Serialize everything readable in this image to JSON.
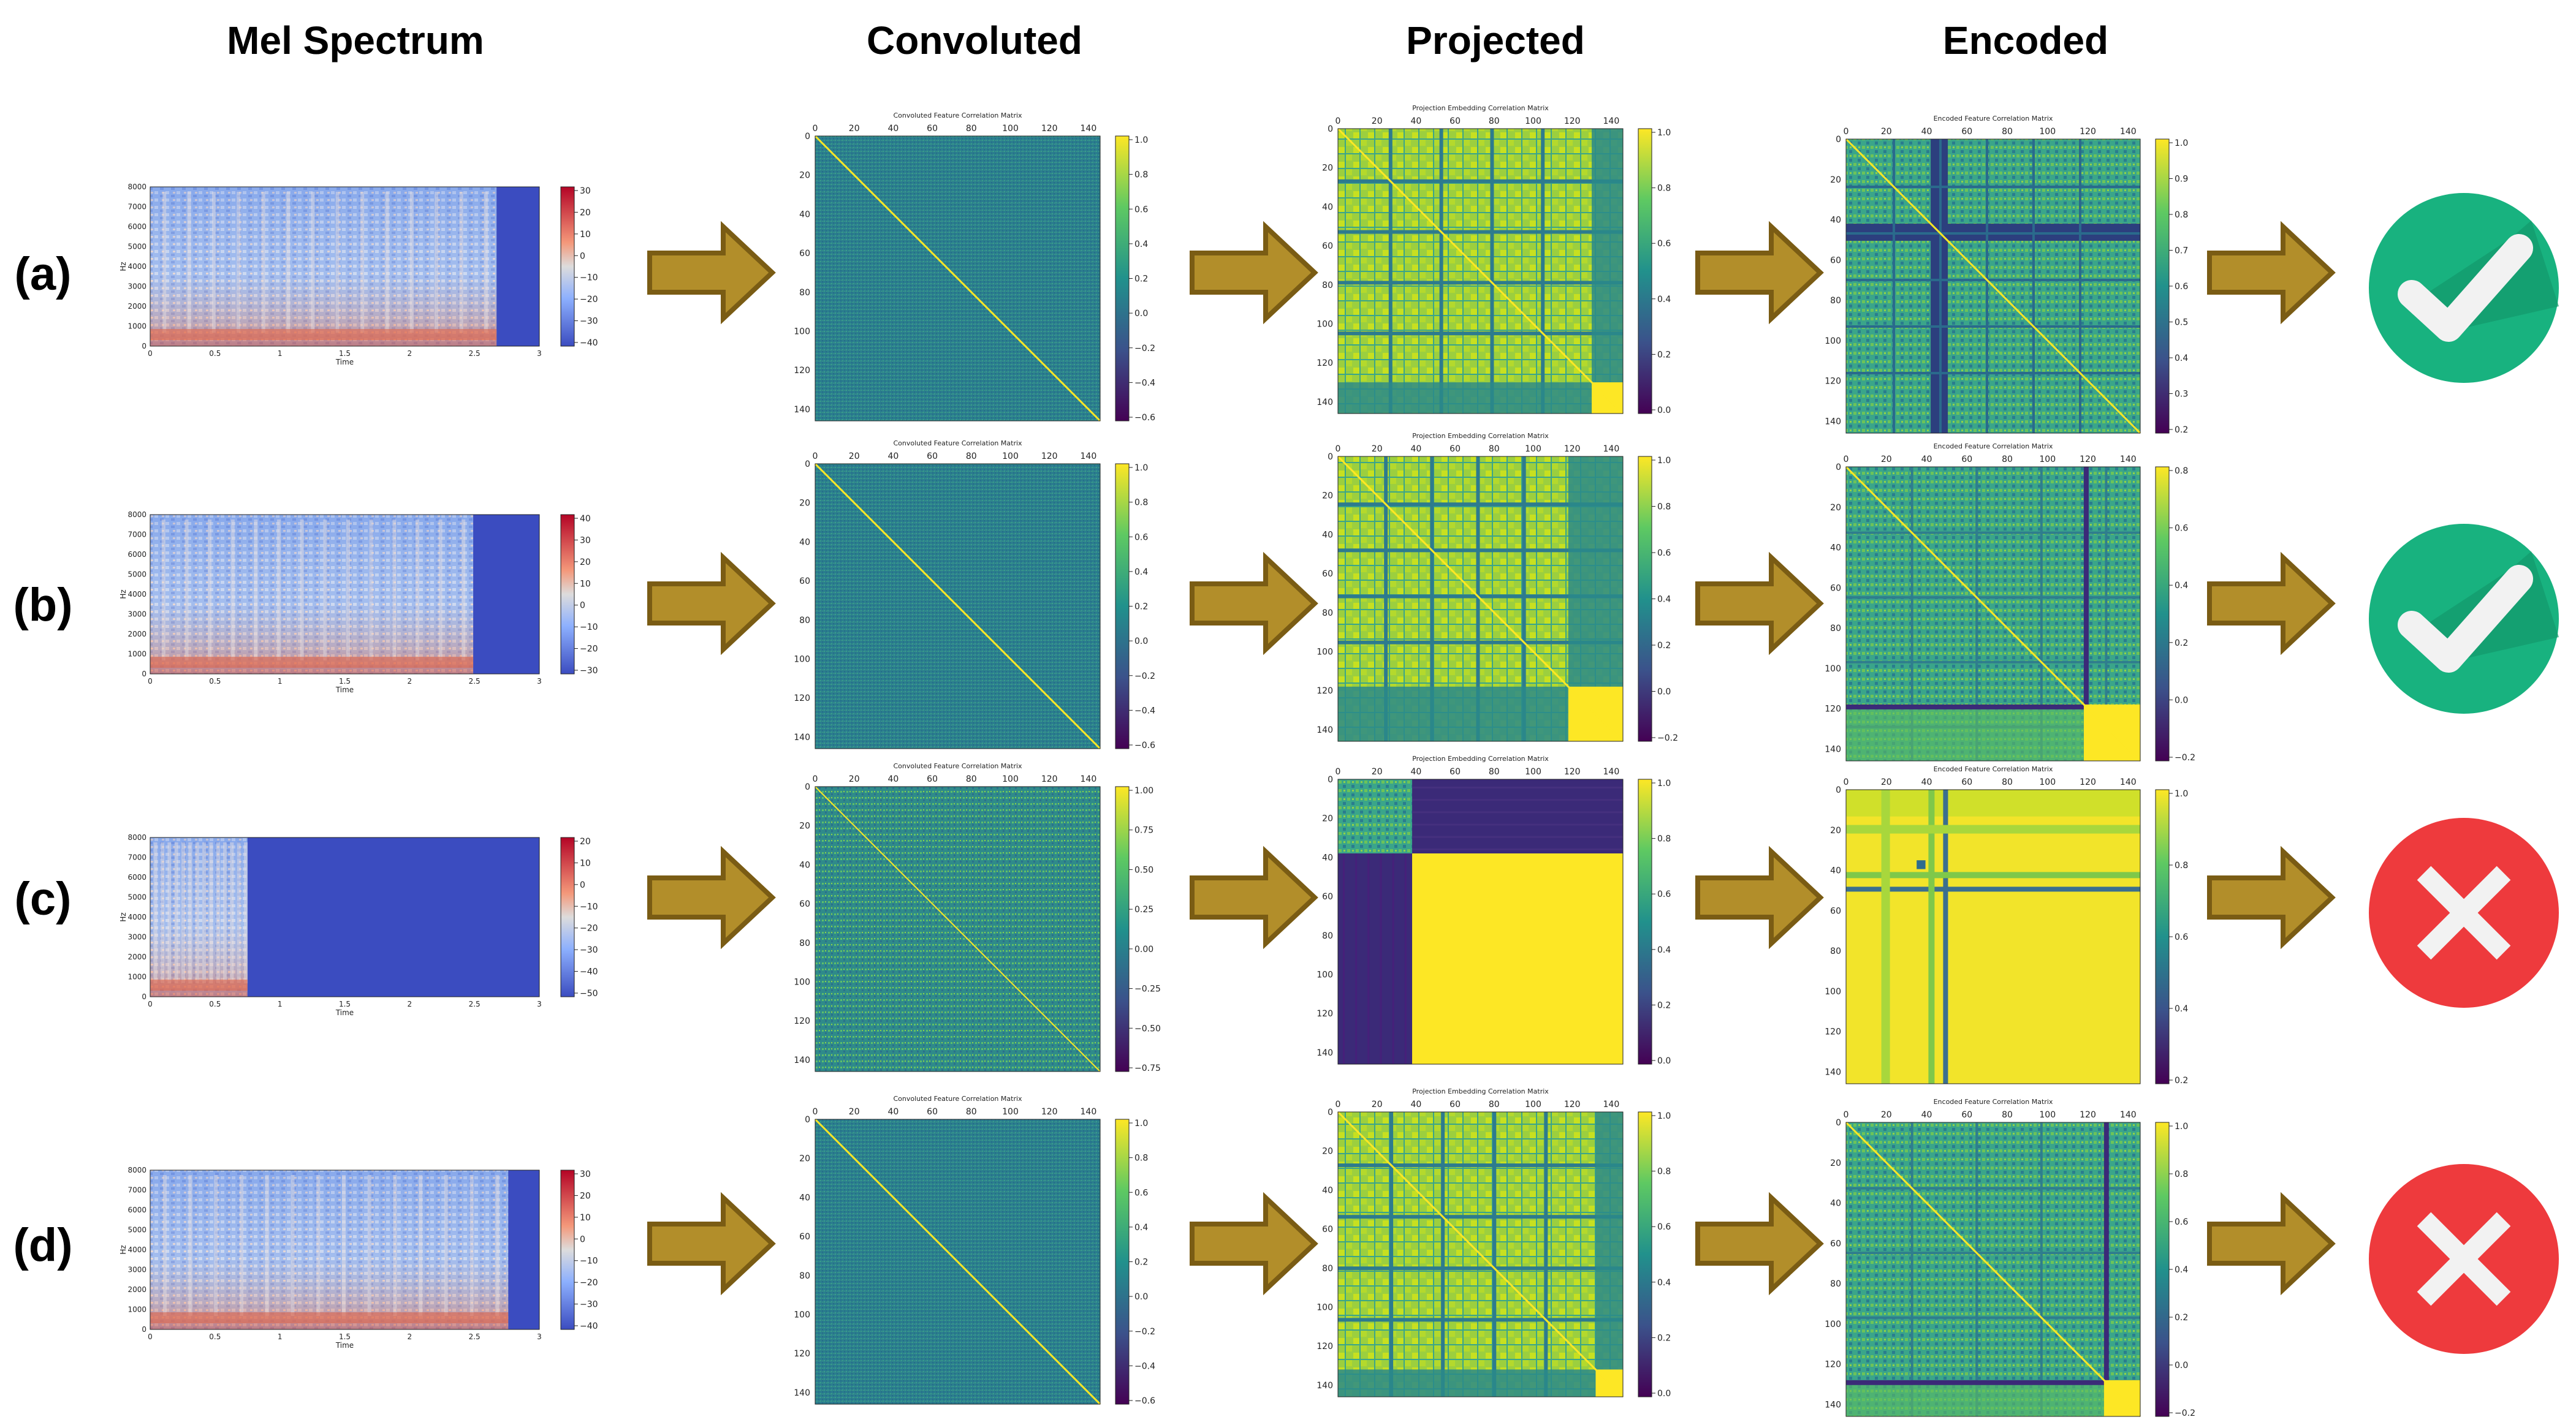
{
  "columns": [
    "Mel Spectrum",
    "Convoluted",
    "Projected",
    "Encoded"
  ],
  "rows": [
    {
      "label": "(a)",
      "result": "check",
      "mel": {
        "end_frac": 0.89,
        "cbar_ticks": [
          "30",
          "20",
          "10",
          "0",
          "−10",
          "−20",
          "−30",
          "−40"
        ]
      },
      "proj": {
        "pattern": "blocks",
        "split": 130,
        "cbar_ticks": [
          "1.0",
          "0.8",
          "0.6",
          "0.4",
          "0.2",
          "0.0"
        ]
      },
      "enc": {
        "pattern": "band",
        "split": 40,
        "cbar_ticks": [
          "1.0",
          "0.9",
          "0.8",
          "0.7",
          "0.6",
          "0.5",
          "0.4",
          "0.3",
          "0.2"
        ]
      }
    },
    {
      "label": "(b)",
      "result": "check",
      "mel": {
        "end_frac": 0.83,
        "cbar_ticks": [
          "40",
          "30",
          "20",
          "10",
          "0",
          "−10",
          "−20",
          "−30"
        ]
      },
      "proj": {
        "pattern": "blocks",
        "split": 118,
        "cbar_ticks": [
          "1.0",
          "0.8",
          "0.6",
          "0.4",
          "0.2",
          "0.0",
          "−0.2"
        ]
      },
      "enc": {
        "pattern": "textured",
        "split": 118,
        "cbar_ticks": [
          "0.8",
          "0.6",
          "0.4",
          "0.2",
          "0.0",
          "−0.2"
        ]
      }
    },
    {
      "label": "(c)",
      "result": "cross",
      "mel": {
        "end_frac": 0.25,
        "cbar_ticks": [
          "20",
          "10",
          "0",
          "−10",
          "−20",
          "−30",
          "−40",
          "−50"
        ]
      },
      "proj": {
        "pattern": "saturated",
        "split": 38,
        "cbar_ticks": [
          "1.0",
          "0.8",
          "0.6",
          "0.4",
          "0.2",
          "0.0"
        ]
      },
      "enc": {
        "pattern": "bright",
        "split": 38,
        "cbar_ticks": [
          "1.0",
          "0.8",
          "0.6",
          "0.4",
          "0.2"
        ]
      }
    },
    {
      "label": "(d)",
      "result": "cross",
      "mel": {
        "end_frac": 0.92,
        "cbar_ticks": [
          "30",
          "20",
          "10",
          "0",
          "−10",
          "−20",
          "−30",
          "−40"
        ]
      },
      "proj": {
        "pattern": "blocks",
        "split": 132,
        "cbar_ticks": [
          "1.0",
          "0.8",
          "0.6",
          "0.4",
          "0.2",
          "0.0"
        ]
      },
      "enc": {
        "pattern": "textured",
        "split": 128,
        "cbar_ticks": [
          "1.0",
          "0.8",
          "0.6",
          "0.4",
          "0.2",
          "0.0",
          "−0.2"
        ]
      }
    }
  ],
  "mel_plot": {
    "yticks": [
      "8000",
      "7000",
      "6000",
      "5000",
      "4000",
      "3000",
      "2000",
      "1000",
      "0"
    ],
    "xticks": [
      "0",
      "0.5",
      "1",
      "1.5",
      "2",
      "2.5",
      "3"
    ],
    "ylabel": "Hz",
    "xlabel": "Time"
  },
  "matrix_ticks": [
    "0",
    "20",
    "40",
    "60",
    "80",
    "100",
    "120",
    "140"
  ],
  "titles": {
    "conv": "Convoluted Feature Correlation Matrix",
    "proj": "Projection Embedding Correlation Matrix",
    "enc": "Encoded Feature Correlation Matrix"
  },
  "conv_cbar_ticks": [
    "1.0",
    "0.8",
    "0.6",
    "0.4",
    "0.2",
    "0.0",
    "−0.2",
    "−0.4",
    "−0.6"
  ],
  "conv_cbar_ticks_c": [
    "1.00",
    "0.75",
    "0.50",
    "0.25",
    "0.00",
    "−0.25",
    "−0.50",
    "−0.75"
  ],
  "colors": {
    "arrow_fill": "#b28e2a",
    "arrow_stroke": "#7a5c14",
    "check_bg": "#18b27f",
    "check_shade": "#12996b",
    "cross_bg": "#ee3a3d",
    "cross_shade": "#d42f33",
    "mark": "#f2f2f2"
  }
}
